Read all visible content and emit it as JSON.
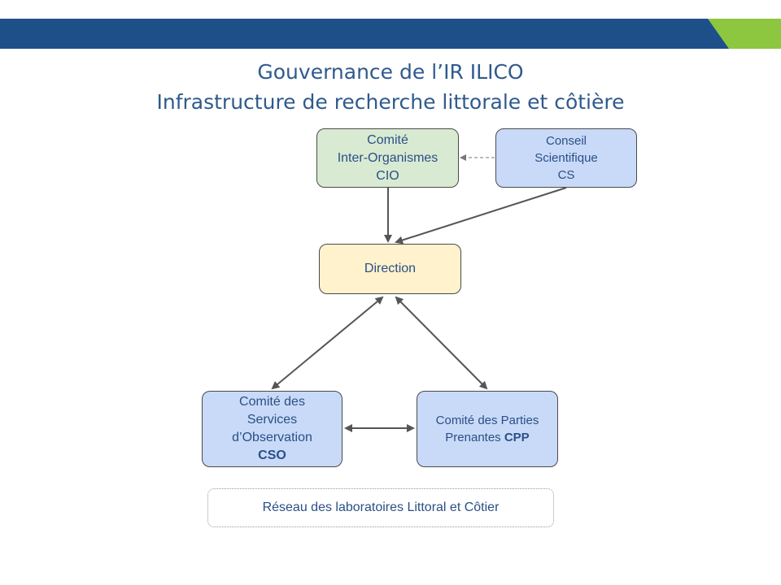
{
  "slide": {
    "title_line1": "Gouvernance de l’IR ILICO",
    "title_line2": "Infrastructure de recherche littorale et côtière",
    "colors": {
      "banner_blue": "#1f4f89",
      "banner_green": "#8dc63f",
      "title": "#2f5a8c",
      "box_text": "#2a4f86",
      "green_fill": "#d9ead3",
      "blue_fill": "#c9daf8",
      "yellow_fill": "#fff2cc"
    }
  },
  "nodes": {
    "cio": {
      "line1": "Comité",
      "line2": "Inter-Organismes",
      "line3": "CIO"
    },
    "cs": {
      "line1": "Conseil",
      "line2": "Scientifique",
      "line3": "CS"
    },
    "direction": {
      "label": "Direction"
    },
    "cso": {
      "line1": "Comité des",
      "line2": "Services",
      "line3": "d’Observation",
      "line4": "CSO"
    },
    "cpp": {
      "line1": "Comité des Parties",
      "line2_text": "Prenantes ",
      "line2_bold": "CPP"
    },
    "reseau": {
      "label": "Réseau des laboratoires Littoral et Côtier"
    }
  }
}
